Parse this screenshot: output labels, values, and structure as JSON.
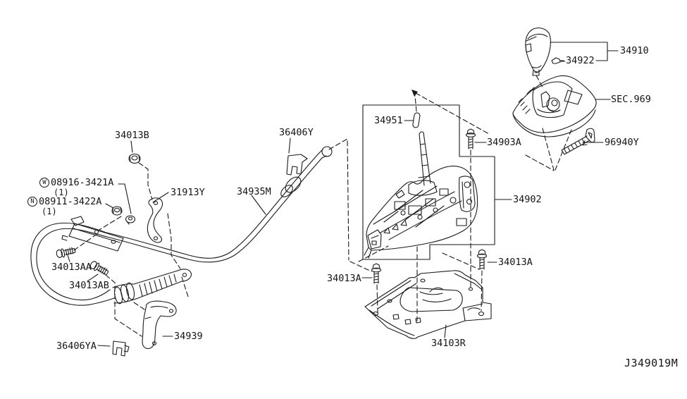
{
  "diagram": {
    "code": "J349019M"
  },
  "callouts": {
    "34013B": "34013B",
    "31913Y": "31913Y",
    "34013AA": "34013AA",
    "34013AB": "34013AB",
    "36406YA": "36406YA",
    "34939": "34939",
    "34935M": "34935M",
    "36406Y": "36406Y",
    "34951": "34951",
    "34903A": "34903A",
    "34902": "34902",
    "34910": "34910",
    "34922": "34922",
    "SEC969": "SEC.969",
    "96940Y": "96940Y",
    "34013A": "34013A",
    "34103R": "34103R"
  },
  "fasteners": {
    "washer": {
      "symbol": "W",
      "part": "08916-3421A",
      "qty": "(1)"
    },
    "nut": {
      "symbol": "N",
      "part": "08911-3422A",
      "qty": "(1)"
    }
  }
}
